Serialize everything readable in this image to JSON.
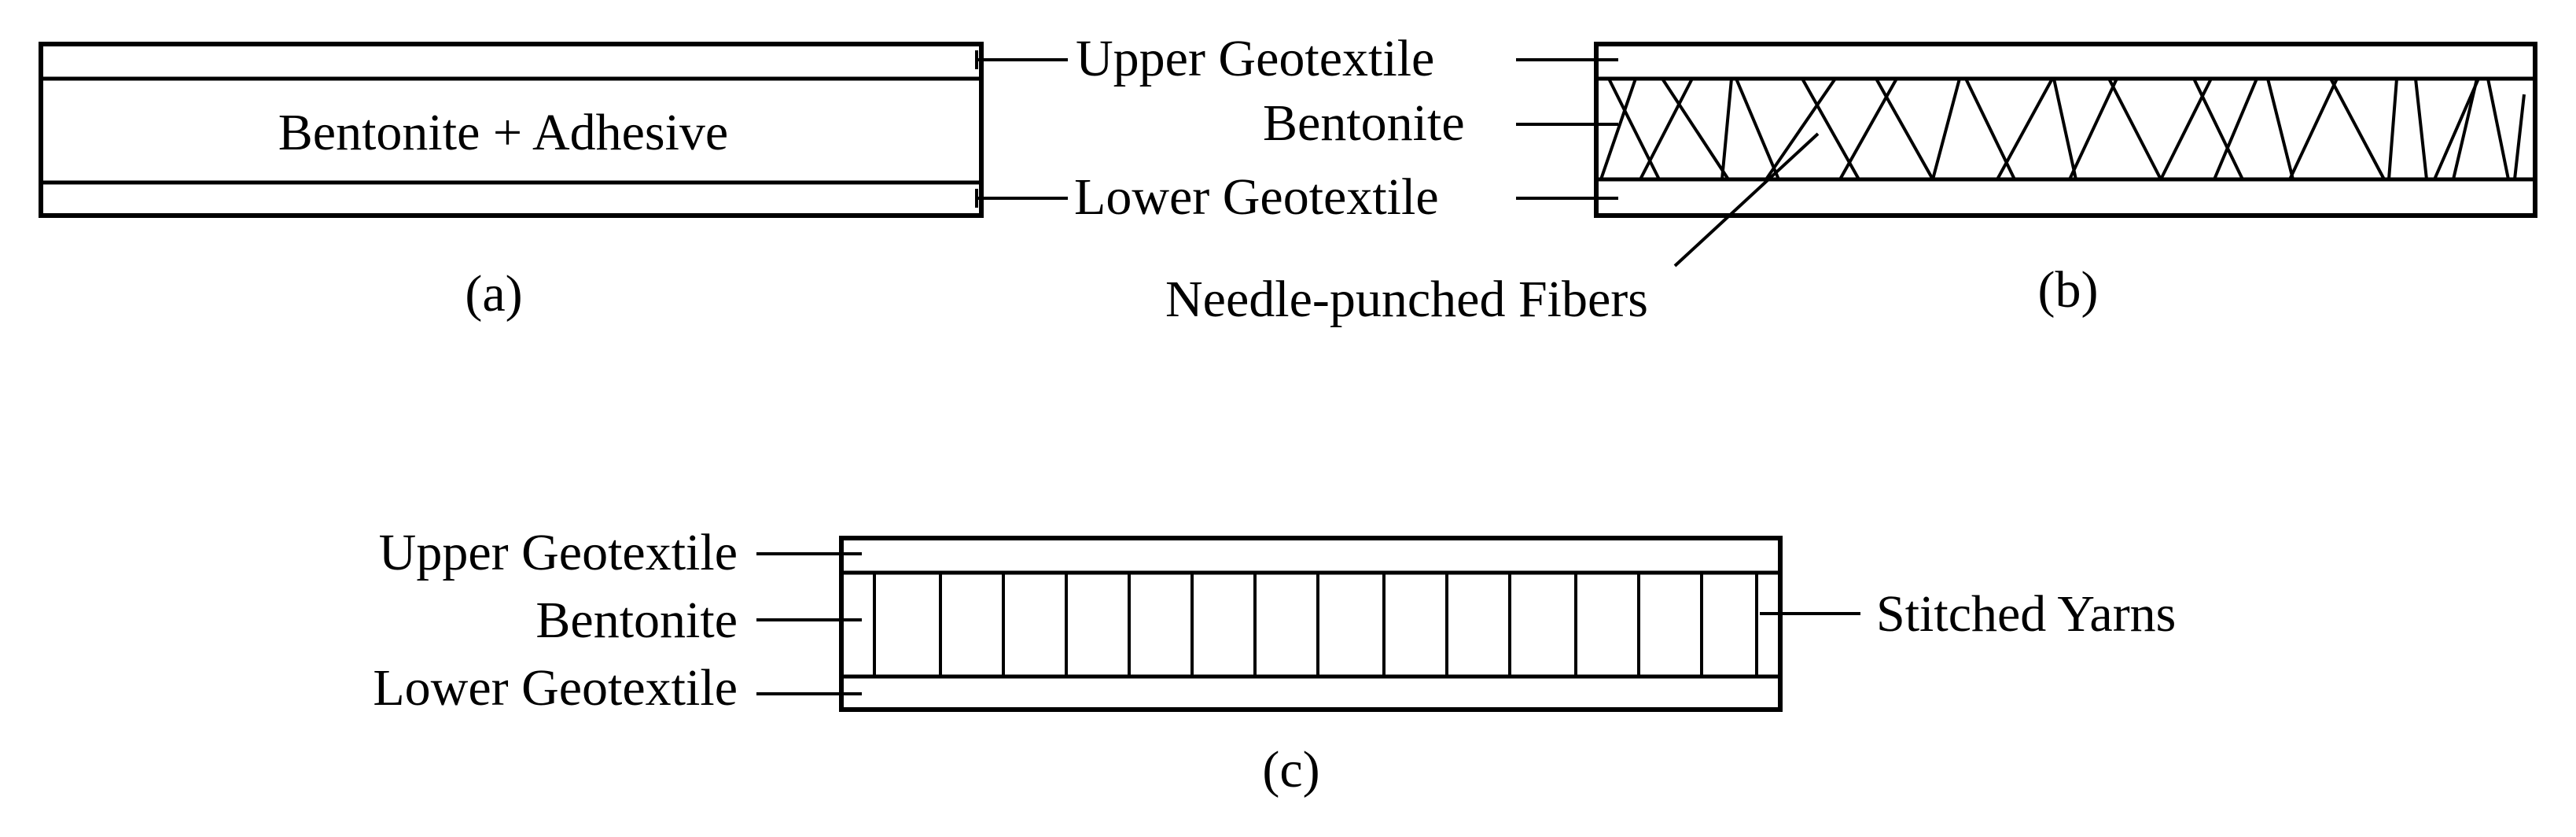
{
  "colors": {
    "stroke": "#000000",
    "background": "#ffffff"
  },
  "panel_a": {
    "fill_label": "Bentonite + Adhesive",
    "caption": "(a)"
  },
  "labels_ab": {
    "upper": "Upper Geotextile",
    "middle": "Bentonite",
    "lower": "Lower Geotextile"
  },
  "panel_b": {
    "fibers_label": "Needle-punched Fibers",
    "caption": "(b)"
  },
  "panel_c": {
    "upper": "Upper Geotextile",
    "middle": "Bentonite",
    "lower": "Lower Geotextile",
    "yarns_label": "Stitched Yarns",
    "caption": "(c)"
  }
}
